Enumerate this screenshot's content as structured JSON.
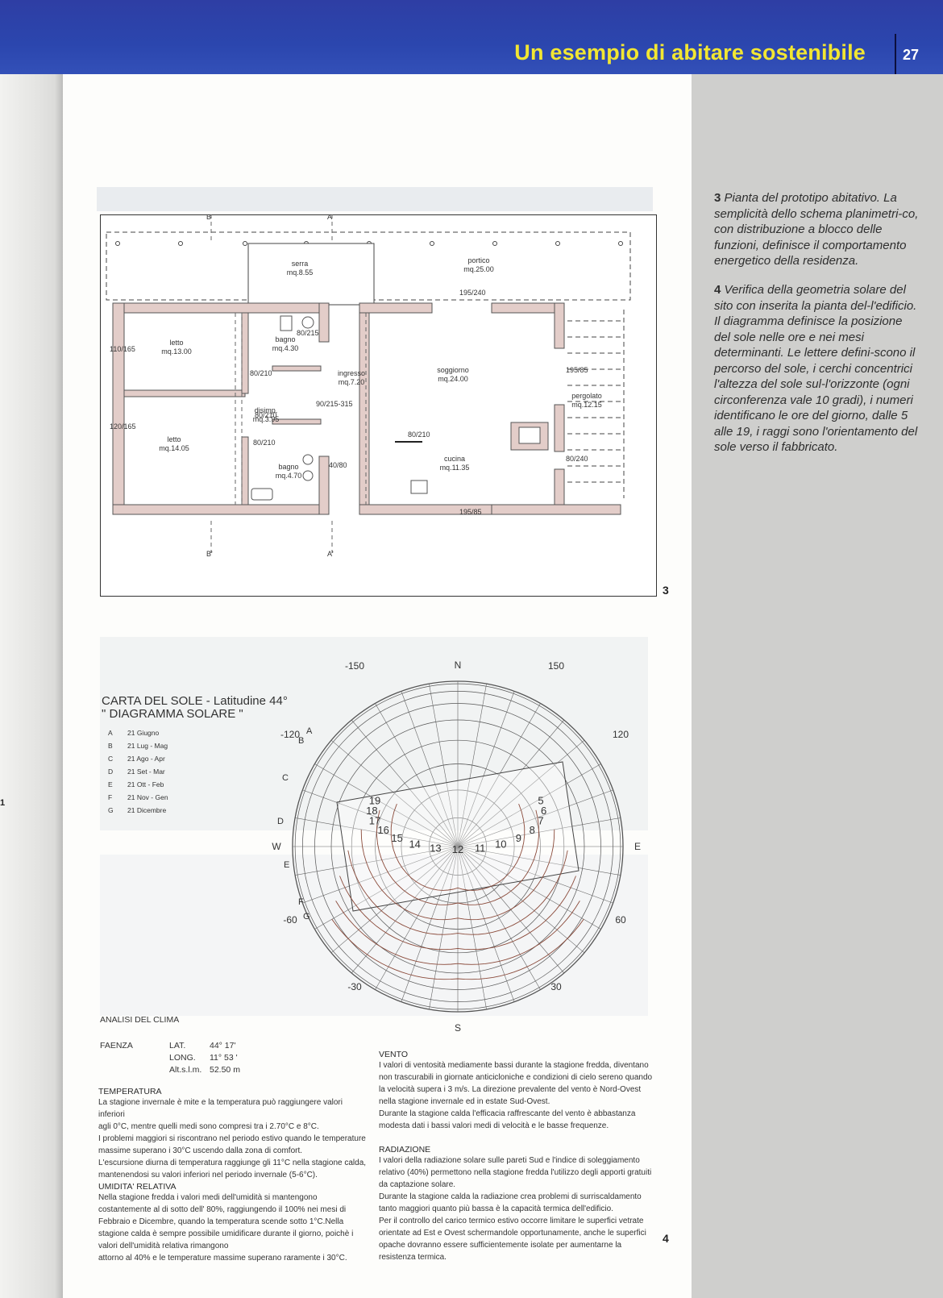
{
  "header": {
    "title": "Un esempio di abitare sostenibile",
    "page_number": "27"
  },
  "captions": [
    {
      "number": "3",
      "text": "Pianta del prototipo abitativo. La semplicità dello schema planimetri-co, con distribuzione a blocco delle funzioni, definisce il comportamento energetico della residenza."
    },
    {
      "number": "4",
      "text": "Verifica della geometria solare del sito con inserita la pianta del-l'edificio. Il diagramma definisce la posizione del sole nelle ore e nei mesi determinanti. Le lettere defini-scono il percorso del sole, i cerchi concentrici l'altezza del sole sul-l'orizzonte (ogni circonferenza vale 10 gradi), i numeri identificano le ore del giorno, dalle 5 alle 19, i raggi sono l'orientamento del sole verso il fabbricato."
    }
  ],
  "figure3": {
    "label": "3",
    "rooms": [
      {
        "name": "serra",
        "area": "mq.8.55"
      },
      {
        "name": "portico",
        "area": "mq.25.00"
      },
      {
        "name": "letto",
        "area": "mq.13.00"
      },
      {
        "name": "bagno",
        "area": "mq.4.30"
      },
      {
        "name": "ingresso",
        "area": "mq.7.20"
      },
      {
        "name": "soggiorno",
        "area": "mq.24.00"
      },
      {
        "name": "pergolato",
        "area": "mq.12.15"
      },
      {
        "name": "disimp.",
        "area": "mq.3.95"
      },
      {
        "name": "letto",
        "area": "mq.14.05"
      },
      {
        "name": "bagno",
        "area": "mq.4.70"
      },
      {
        "name": "cucina",
        "area": "mq.11.35"
      }
    ],
    "section_marks": [
      "B",
      "A",
      "B'",
      "A'"
    ],
    "dims": [
      "110/165",
      "120/165",
      "80/210",
      "80/215",
      "90/215-315",
      "80/210",
      "80/210",
      "40/80",
      "195/240",
      "195/85",
      "80/240",
      "195/85",
      "80/210"
    ]
  },
  "figure4": {
    "label": "4",
    "title_line1": "CARTA DEL SOLE  - Latitudine 44°",
    "title_line2": "\" DIAGRAMMA SOLARE \"",
    "legend": [
      {
        "key": "A",
        "value": "21 Giugno"
      },
      {
        "key": "B",
        "value": "21 Lug - Mag"
      },
      {
        "key": "C",
        "value": "21 Ago - Apr"
      },
      {
        "key": "D",
        "value": "21 Set - Mar"
      },
      {
        "key": "E",
        "value": "21 Ott - Feb"
      },
      {
        "key": "F",
        "value": "21 Nov - Gen"
      },
      {
        "key": "G",
        "value": "21 Dicembre"
      }
    ],
    "compass": {
      "n": "N",
      "s": "S",
      "e": "E",
      "w": "W"
    },
    "azimuth_labels": [
      "-150",
      "150",
      "-120",
      "120",
      "-60",
      "60",
      "-30",
      "30"
    ],
    "hours": [
      "5",
      "6",
      "7",
      "8",
      "9",
      "10",
      "11",
      "12",
      "13",
      "14",
      "15",
      "16",
      "17",
      "18",
      "19"
    ],
    "curve_letters": [
      "A",
      "B",
      "C",
      "D",
      "E",
      "F",
      "G"
    ]
  },
  "clima": {
    "title": "ANALISI DEL CLIMA",
    "city": "FAENZA",
    "lat_label": "LAT.",
    "lat_value": "44° 17'",
    "long_label": "LONG.",
    "long_value": "11° 53 '",
    "alt_label": "Alt.s.l.m.",
    "alt_value": "52.50 m",
    "temperatura_title": "TEMPERATURA",
    "temperatura_text": [
      "La stagione invernale è mite e la temperatura può raggiungere valori inferiori",
      "agli 0°C, mentre quelli medi sono compresi tra i 2.70°C e 8°C.",
      "I problemi maggiori si riscontrano nel periodo estivo quando le temperature",
      "massime superano i 30°C uscendo dalla zona di comfort.",
      "L'escursione diurna di temperatura raggiunge gli 11°C nella stagione calda,",
      "mantenendosi su valori inferiori nel periodo invernale (5-6°C)."
    ],
    "umidita_title": "UMIDITA' RELATIVA",
    "umidita_text": [
      "Nella stagione fredda i valori medi dell'umidità si mantengono",
      "costantemente al di sotto dell' 80%, raggiungendo il 100% nei mesi  di",
      "Febbraio e Dicembre, quando la temperatura scende sotto 1°C.Nella",
      "stagione calda è sempre possibile umidificare durante il giorno, poichè i",
      "valori dell'umidità relativa rimangono",
      "attorno al 40% e le temperature massime superano raramente i 30°C."
    ],
    "vento_title": "VENTO",
    "vento_text": [
      "I valori di ventosità mediamente bassi durante la stagione fredda, diventano",
      "non trascurabili in giornate anticicloniche e condizioni di cielo sereno quando",
      "la velocità supera i 3 m/s. La direzione prevalente del vento è Nord-Ovest",
      "nella stagione invernale ed in estate Sud-Ovest.",
      "Durante la stagione calda l'efficacia raffrescante del vento è abbastanza",
      "modesta dati i bassi valori medi di velocità e le basse frequenze."
    ],
    "radiazione_title": "RADIAZIONE",
    "radiazione_text": [
      "I valori della radiazione solare sulle pareti Sud e l'indice di soleggiamento",
      "relativo (40%) permettono nella stagione fredda l'utilizzo degli apporti gratuiti",
      "da captazione solare.",
      "Durante la stagione calda la radiazione crea problemi di surriscaldamento",
      "tanto maggiori quanto più bassa è la capacità termica dell'edificio.",
      "Per il controllo del carico termico estivo occorre limitare le superfici vetrate",
      "orientate ad Est e Ovest schermandole opportunamente, anche le superfici",
      "opache dovranno essere sufficientemente isolate per aumentarne la",
      "resistenza termica."
    ]
  },
  "margin_marks": {
    "left_1": "1"
  }
}
